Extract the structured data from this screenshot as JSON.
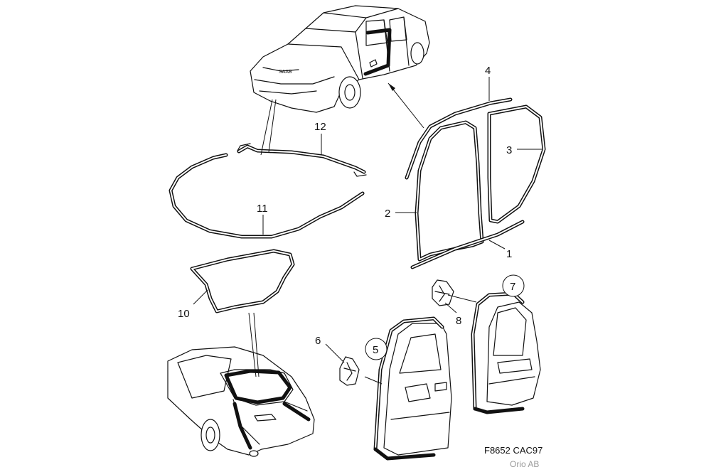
{
  "callouts": [
    {
      "id": "1",
      "text": "1"
    },
    {
      "id": "2",
      "text": "2"
    },
    {
      "id": "3",
      "text": "3"
    },
    {
      "id": "4",
      "text": "4"
    },
    {
      "id": "5",
      "text": "5",
      "circled": true
    },
    {
      "id": "6",
      "text": "6"
    },
    {
      "id": "7",
      "text": "7",
      "circled": true
    },
    {
      "id": "8",
      "text": "8"
    },
    {
      "id": "10",
      "text": "10"
    },
    {
      "id": "11",
      "text": "11"
    },
    {
      "id": "12",
      "text": "12"
    }
  ],
  "reference": {
    "code": "F8652 CAC97",
    "source": "Orio AB"
  },
  "colors": {
    "line": "#111111",
    "muted": "#9a9a9a",
    "background": "#ffffff"
  }
}
